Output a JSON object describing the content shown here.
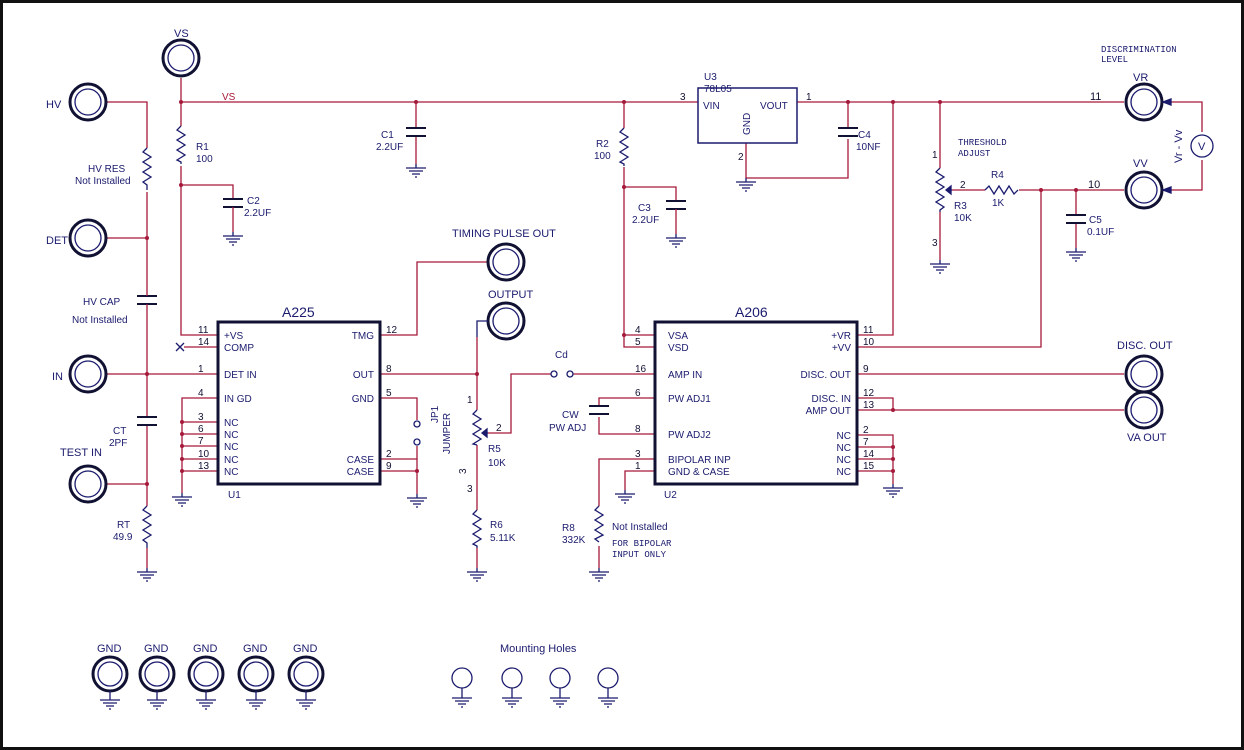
{
  "connectors": {
    "vs": "VS",
    "hv": "HV",
    "det": "DET",
    "in": "IN",
    "test_in": "TEST IN",
    "timing_pulse_out": "TIMING PULSE OUT",
    "output": "OUTPUT",
    "vr": "VR",
    "vv": "VV",
    "disc_out": "DISC. OUT",
    "va_out": "VA OUT",
    "vr_vv": "Vr - Vv",
    "meter": "V"
  },
  "notes": {
    "discrimination": "DISCRIMINATION",
    "level": "LEVEL",
    "threshold": "THRESHOLD",
    "adjust": "ADJUST",
    "for_bipolar": "FOR BIPOLAR",
    "input_only": "INPUT ONLY",
    "mounting_holes": "Mounting Holes",
    "net_vs": "VS"
  },
  "components": {
    "r1": {
      "ref": "R1",
      "value": "100"
    },
    "r2": {
      "ref": "R2",
      "value": "100"
    },
    "r3": {
      "ref": "R3",
      "value": "10K"
    },
    "r4": {
      "ref": "R4",
      "value": "1K"
    },
    "r5": {
      "ref": "R5",
      "value": "10K"
    },
    "r6": {
      "ref": "R6",
      "value": "5.11K"
    },
    "r8": {
      "ref": "R8",
      "value": "332K",
      "note": "Not Installed"
    },
    "rt": {
      "ref": "RT",
      "value": "49.9"
    },
    "c1": {
      "ref": "C1",
      "value": "2.2UF"
    },
    "c2": {
      "ref": "C2",
      "value": "2.2UF"
    },
    "c3": {
      "ref": "C3",
      "value": "2.2UF"
    },
    "c4": {
      "ref": "C4",
      "value": "10NF"
    },
    "c5": {
      "ref": "C5",
      "value": "0.1UF"
    },
    "ct": {
      "ref": "CT",
      "value": "2PF"
    },
    "cd": {
      "ref": "Cd"
    },
    "cw": {
      "ref": "CW",
      "value": "PW ADJ"
    },
    "hv_res": {
      "ref": "HV RES",
      "value": "Not Installed"
    },
    "hv_cap": {
      "ref": "HV CAP",
      "value": "Not Installed"
    },
    "jp1": {
      "ref": "JP1",
      "value": "JUMPER"
    },
    "u3": {
      "ref": "U3",
      "part": "78L05",
      "vin": "VIN",
      "vout": "VOUT",
      "gnd": "GND"
    }
  },
  "a225": {
    "title": "A225",
    "ref": "U1",
    "left_pins": [
      {
        "num": "11",
        "label": "+VS"
      },
      {
        "num": "14",
        "label": "COMP"
      },
      {
        "num": "1",
        "label": "DET IN"
      },
      {
        "num": "4",
        "label": "IN GD"
      },
      {
        "num": "3",
        "label": "NC"
      },
      {
        "num": "6",
        "label": "NC"
      },
      {
        "num": "7",
        "label": "NC"
      },
      {
        "num": "10",
        "label": "NC"
      },
      {
        "num": "13",
        "label": "NC"
      }
    ],
    "right_pins": [
      {
        "num": "12",
        "label": "TMG"
      },
      {
        "num": "8",
        "label": "OUT"
      },
      {
        "num": "5",
        "label": "GND"
      },
      {
        "num": "2",
        "label": "CASE"
      },
      {
        "num": "9",
        "label": "CASE"
      }
    ]
  },
  "a206": {
    "title": "A206",
    "ref": "U2",
    "left_pins": [
      {
        "num": "4",
        "label": "VSA"
      },
      {
        "num": "5",
        "label": "VSD"
      },
      {
        "num": "16",
        "label": "AMP IN"
      },
      {
        "num": "6",
        "label": "PW ADJ1"
      },
      {
        "num": "8",
        "label": "PW ADJ2"
      },
      {
        "num": "3",
        "label": "BIPOLAR INP"
      },
      {
        "num": "1",
        "label": "GND & CASE"
      }
    ],
    "right_pins": [
      {
        "num": "11",
        "label": "+VR"
      },
      {
        "num": "10",
        "label": "+VV"
      },
      {
        "num": "9",
        "label": "DISC. OUT"
      },
      {
        "num": "12",
        "label": "DISC. IN"
      },
      {
        "num": "13",
        "label": "AMP OUT"
      },
      {
        "num": "2",
        "label": "NC"
      },
      {
        "num": "7",
        "label": "NC"
      },
      {
        "num": "14",
        "label": "NC"
      },
      {
        "num": "15",
        "label": "NC"
      }
    ]
  },
  "pin_numbers": {
    "u3_in": "3",
    "u3_out": "1",
    "u3_gnd": "2",
    "r3_1": "1",
    "r3_2": "2",
    "r3_3": "3",
    "r5_1": "1",
    "r5_2": "2",
    "r5_3": "3",
    "jp1_3": "3",
    "vr_net": "11",
    "vv_net": "10"
  },
  "gnd_labels": [
    "GND",
    "GND",
    "GND",
    "GND",
    "GND"
  ]
}
